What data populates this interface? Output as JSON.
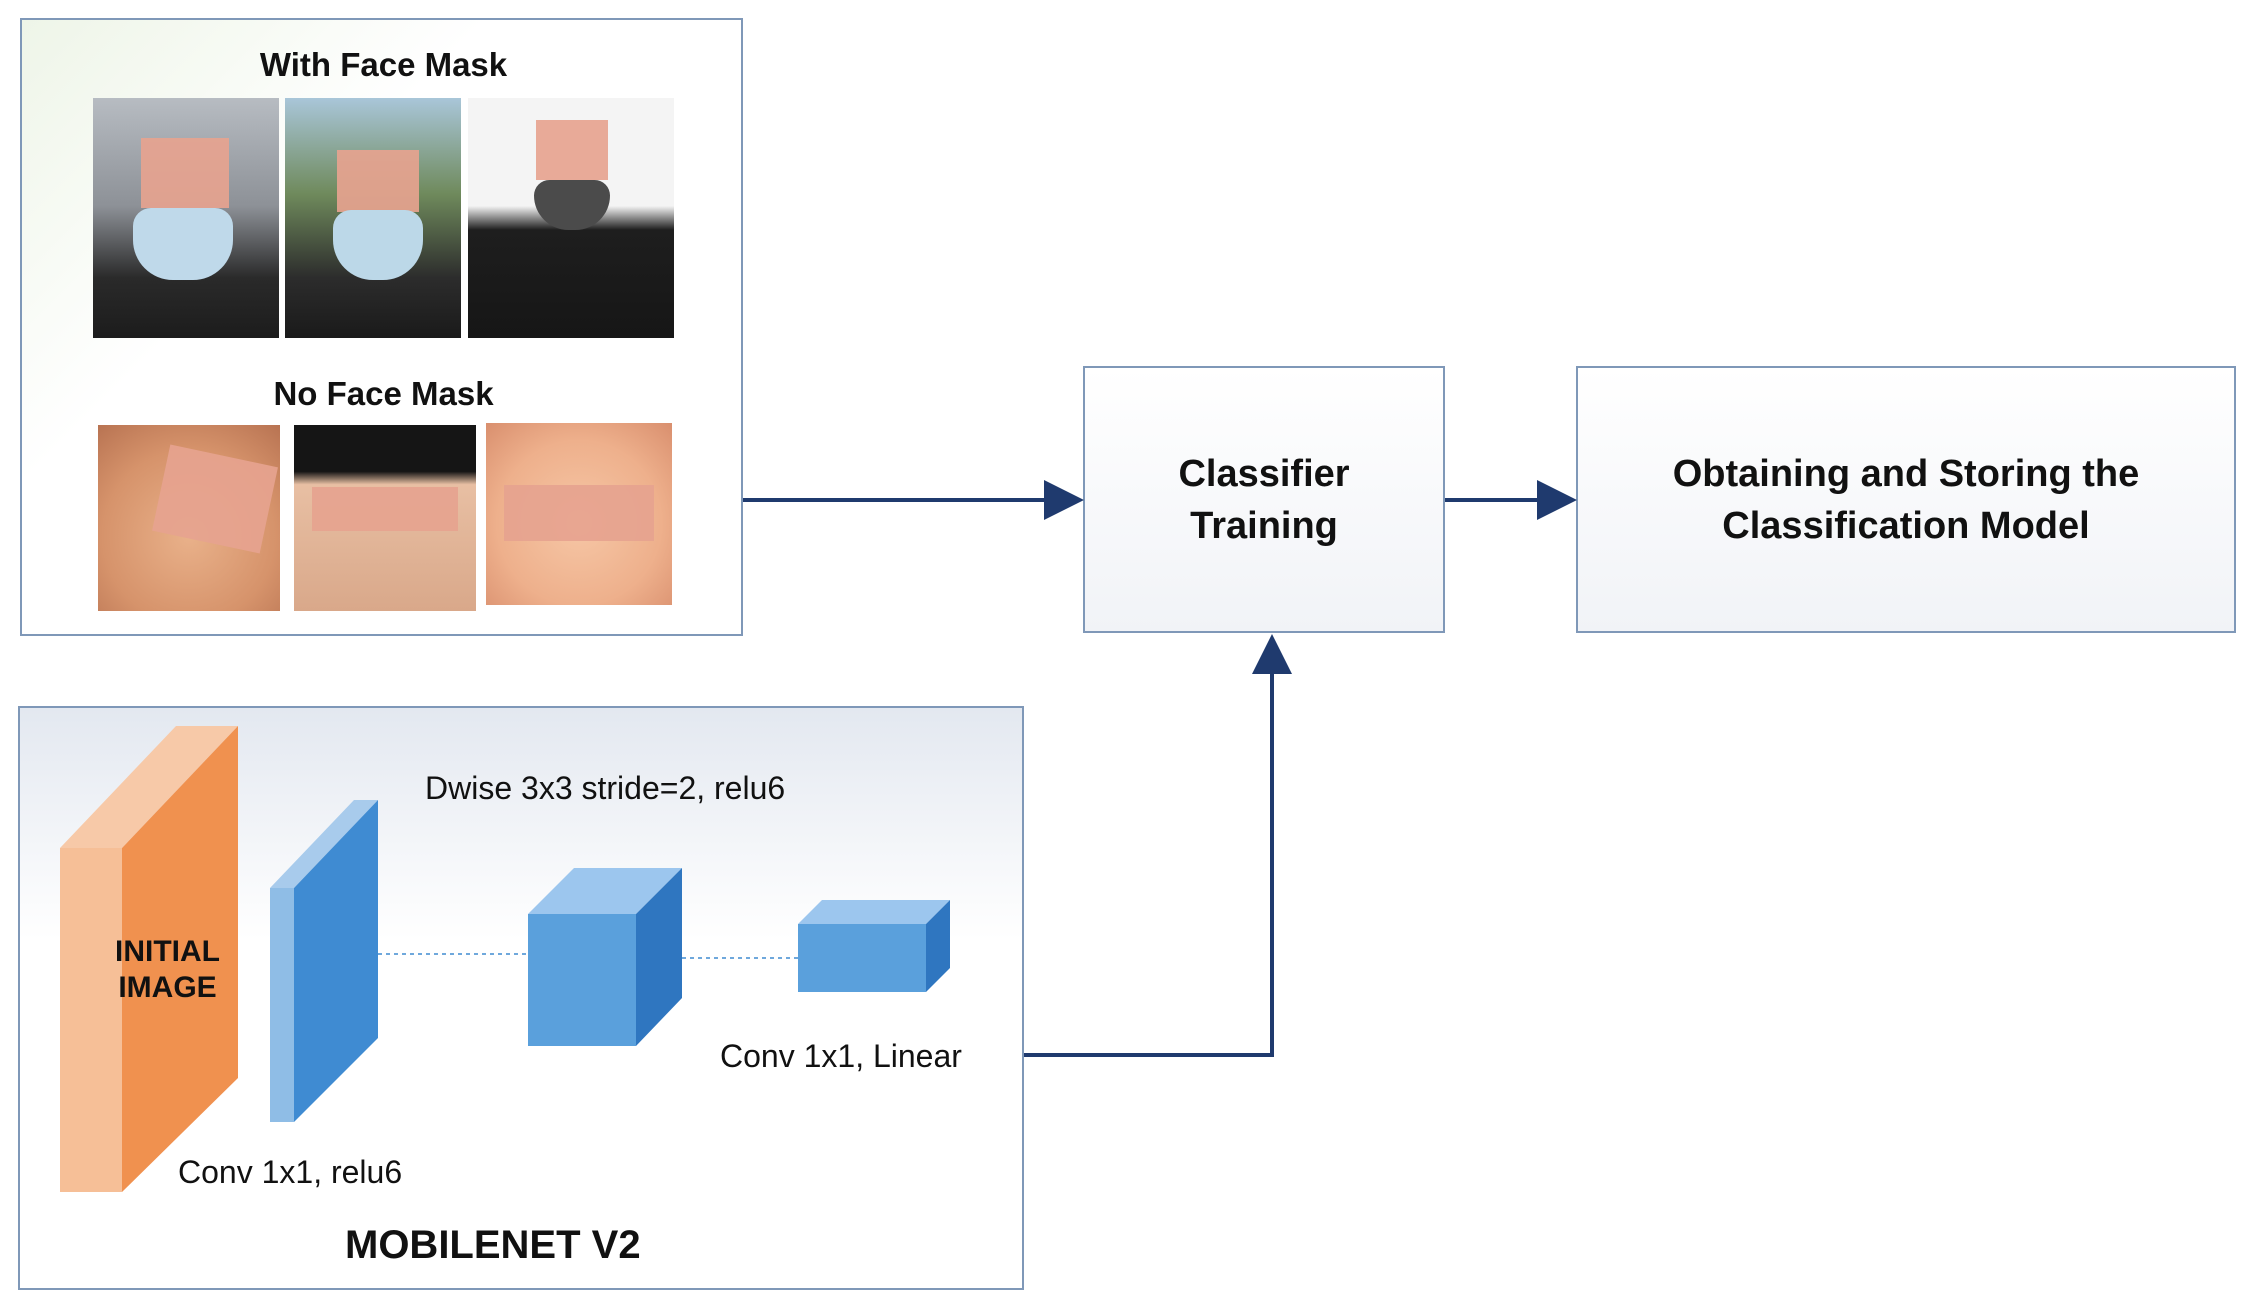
{
  "dataset": {
    "with_mask_title": "With Face Mask",
    "no_mask_title": "No Face Mask"
  },
  "classifier_box": {
    "label": "Classifier\nTraining"
  },
  "model_box": {
    "label": "Obtaining and Storing the\nClassification Model"
  },
  "mobilenet": {
    "title": "MOBILENET V2",
    "initial_image_label": "INITIAL\nIMAGE",
    "conv1_label": "Conv 1x1, relu6",
    "dwise_label": "Dwise 3x3 stride=2, relu6",
    "conv_linear_label": "Conv 1x1, Linear"
  },
  "colors": {
    "arrow": "#1f3a6e",
    "border": "#7f98b8",
    "initial_block": "#f0914f",
    "layer_blue": "#3f8bd2"
  }
}
